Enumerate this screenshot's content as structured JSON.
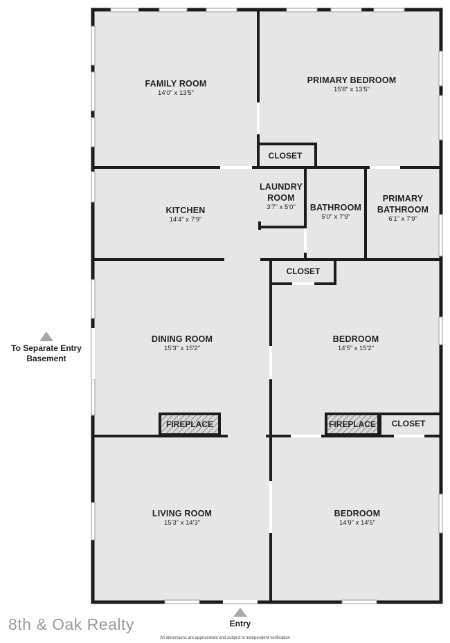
{
  "rooms": {
    "family_room": {
      "name": "FAMILY ROOM",
      "dims": "14'0\" x 13'5\""
    },
    "primary_bedroom": {
      "name": "PRIMARY BEDROOM",
      "dims": "15'8\" x 13'5\""
    },
    "kitchen": {
      "name": "KITCHEN",
      "dims": "14'4\" x 7'9\""
    },
    "laundry": {
      "name_line1": "LAUNDRY",
      "name_line2": "ROOM",
      "dims": "3'7\" x 5'0\""
    },
    "bathroom": {
      "name": "BATHROOM",
      "dims": "5'0\" x 7'9\""
    },
    "primary_bathroom": {
      "name_line1": "PRIMARY",
      "name_line2": "BATHROOM",
      "dims": "6'1\" x 7'9\""
    },
    "dining_room": {
      "name": "DINING ROOM",
      "dims": "15'3\" x 15'2\""
    },
    "bedroom_1": {
      "name": "BEDROOM",
      "dims": "14'5\" x 15'2\""
    },
    "living_room": {
      "name": "LIVING ROOM",
      "dims": "15'3\" x 14'3\""
    },
    "bedroom_2": {
      "name": "BEDROOM",
      "dims": "14'9\" x 14'5\""
    }
  },
  "labels": {
    "closet": "CLOSET",
    "fireplace": "FIREPLACE"
  },
  "side_note": {
    "line1": "To Separate Entry",
    "line2": "Basement"
  },
  "entry": "Entry",
  "brand": "8th & Oak Realty",
  "disclaimer": "All dimensions are approximate and subject to independent verification",
  "colors": {
    "floor": "#e6e6e6",
    "wall": "#1c1c1c",
    "arrow": "#a8a8a8"
  }
}
